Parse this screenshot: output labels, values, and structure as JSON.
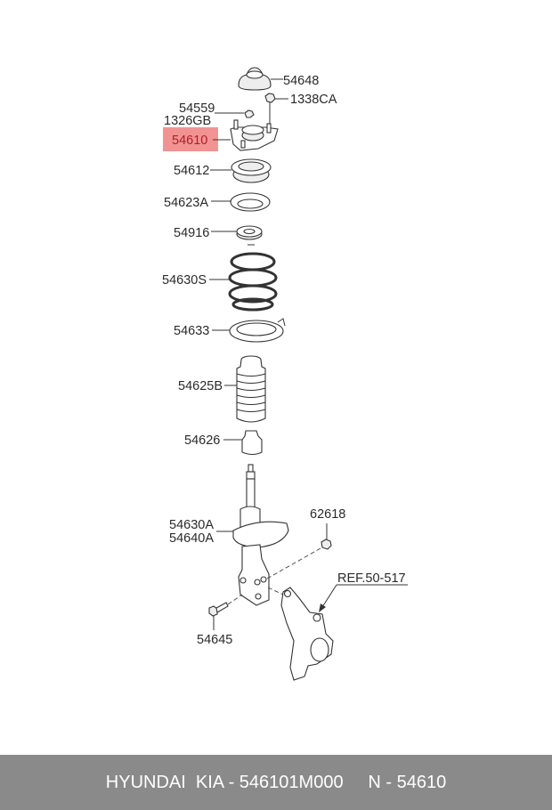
{
  "highlight_color": "#f08080",
  "labels": {
    "p54648": "54648",
    "p1338CA": "1338CA",
    "p54559": "54559",
    "p1326GB": "1326GB",
    "p54610": "54610",
    "p54612": "54612",
    "p54623A": "54623A",
    "p54916": "54916",
    "p54630S": "54630S",
    "p54633": "54633",
    "p54625B": "54625B",
    "p54626": "54626",
    "p54630A": "54630A",
    "p54640A": "54640A",
    "p62618": "62618",
    "ref": "REF.50-517",
    "p54645": "54645"
  },
  "footer": {
    "text": "HYUNDAI  KIA - 546101M000     N - 54610"
  }
}
